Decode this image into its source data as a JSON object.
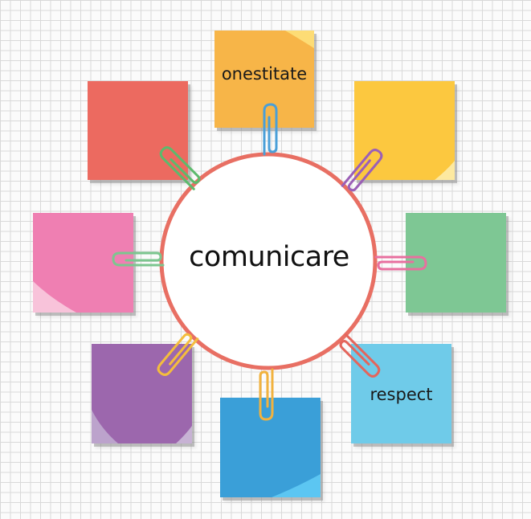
{
  "center": {
    "label": "comunicare",
    "ring_color": "#e86f63"
  },
  "notes": [
    {
      "id": "top",
      "label": "onestitate",
      "color": "#f7b548",
      "clip_color": "#4a9fd8"
    },
    {
      "id": "top-right",
      "label": "",
      "color": "#fcc83f",
      "clip_color": "#9b5fb7"
    },
    {
      "id": "right",
      "label": "",
      "color": "#7ec794",
      "clip_color": "#e8709f"
    },
    {
      "id": "bottom-right",
      "label": "respect",
      "color": "#6fcbe9",
      "clip_color": "#e4655c"
    },
    {
      "id": "bottom",
      "label": "",
      "color": "#3a9fd8",
      "clip_color": "#f1b23e"
    },
    {
      "id": "bottom-left",
      "label": "",
      "color": "#9c67ad",
      "clip_color": "#f4bd3d"
    },
    {
      "id": "left",
      "label": "",
      "color": "#ef7fb2",
      "clip_color": "#7cc68f"
    },
    {
      "id": "top-left",
      "label": "",
      "color": "#ec6a60",
      "clip_color": "#5cba6c"
    }
  ]
}
